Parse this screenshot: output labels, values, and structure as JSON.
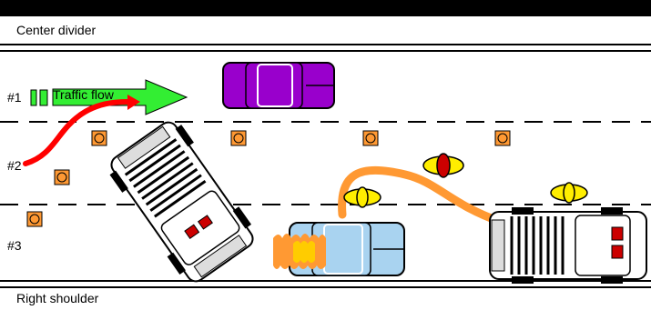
{
  "labels": {
    "center_divider": "Center divider",
    "right_shoulder": "Right shoulder",
    "lane_1": "#1",
    "lane_2": "#2",
    "lane_3": "#3",
    "traffic_flow": "Traffic flow"
  },
  "colors": {
    "road_edge": "#000000",
    "purple_car": "#9900cc",
    "blue_car": "#a9d3f0",
    "arrow": "#33ee33",
    "cone": "#ff9933",
    "flare": "#ffee00",
    "red_light": "#cc0000",
    "swerve_path": "#ff0000",
    "skid_path": "#ff9933"
  },
  "icons": [
    "traffic-cone-icon",
    "road-flare-icon",
    "fire-icon",
    "patrol-car-icon"
  ]
}
